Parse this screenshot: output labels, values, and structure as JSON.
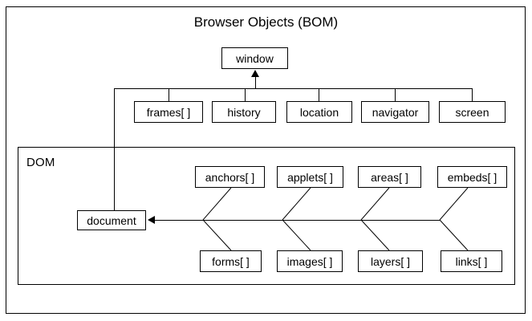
{
  "diagram": {
    "title": "Browser Objects (BOM)",
    "dom_group_label": "DOM",
    "root": {
      "label": "window"
    },
    "document_node": {
      "label": "document"
    },
    "bom_children": [
      {
        "label": "frames[ ]"
      },
      {
        "label": "history"
      },
      {
        "label": "location"
      },
      {
        "label": "navigator"
      },
      {
        "label": "screen"
      }
    ],
    "dom_children_top": [
      {
        "label": "anchors[ ]"
      },
      {
        "label": "applets[ ]"
      },
      {
        "label": "areas[ ]"
      },
      {
        "label": "embeds[ ]"
      }
    ],
    "dom_children_bottom": [
      {
        "label": "forms[ ]"
      },
      {
        "label": "images[ ]"
      },
      {
        "label": "layers[ ]"
      },
      {
        "label": "links[ ]"
      }
    ],
    "colors": {
      "stroke": "#000000",
      "background": "#ffffff",
      "text": "#000000"
    }
  }
}
